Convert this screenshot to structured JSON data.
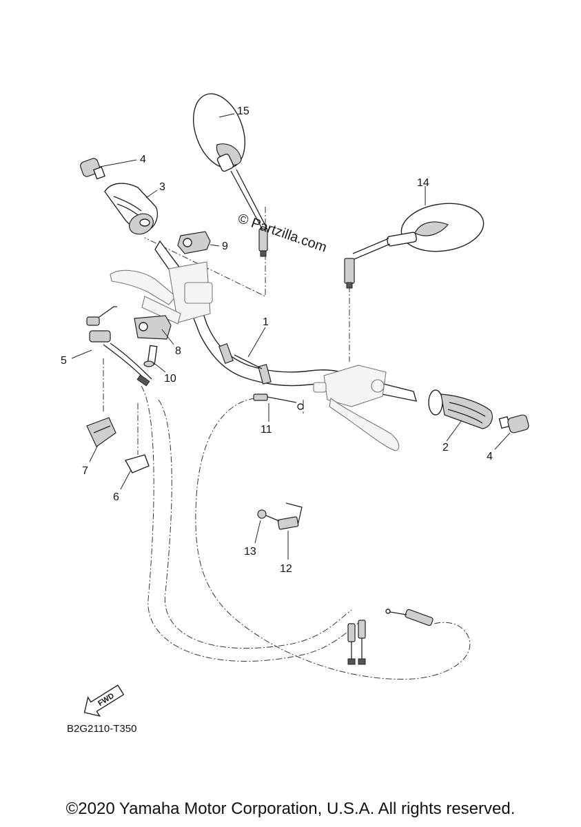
{
  "callouts": {
    "c1": "1",
    "c2": "2",
    "c3": "3",
    "c4a": "4",
    "c4b": "4",
    "c5": "5",
    "c6": "6",
    "c7": "7",
    "c8": "8",
    "c9": "9",
    "c10": "10",
    "c11": "11",
    "c12": "12",
    "c13": "13",
    "c14": "14",
    "c15": "15"
  },
  "watermark": "© Partzilla.com",
  "fwd_label": "FWD",
  "diagram_code": "B2G2110-T350",
  "copyright": "©2020 Yamaha Motor Corporation, U.S.A. All rights reserved."
}
